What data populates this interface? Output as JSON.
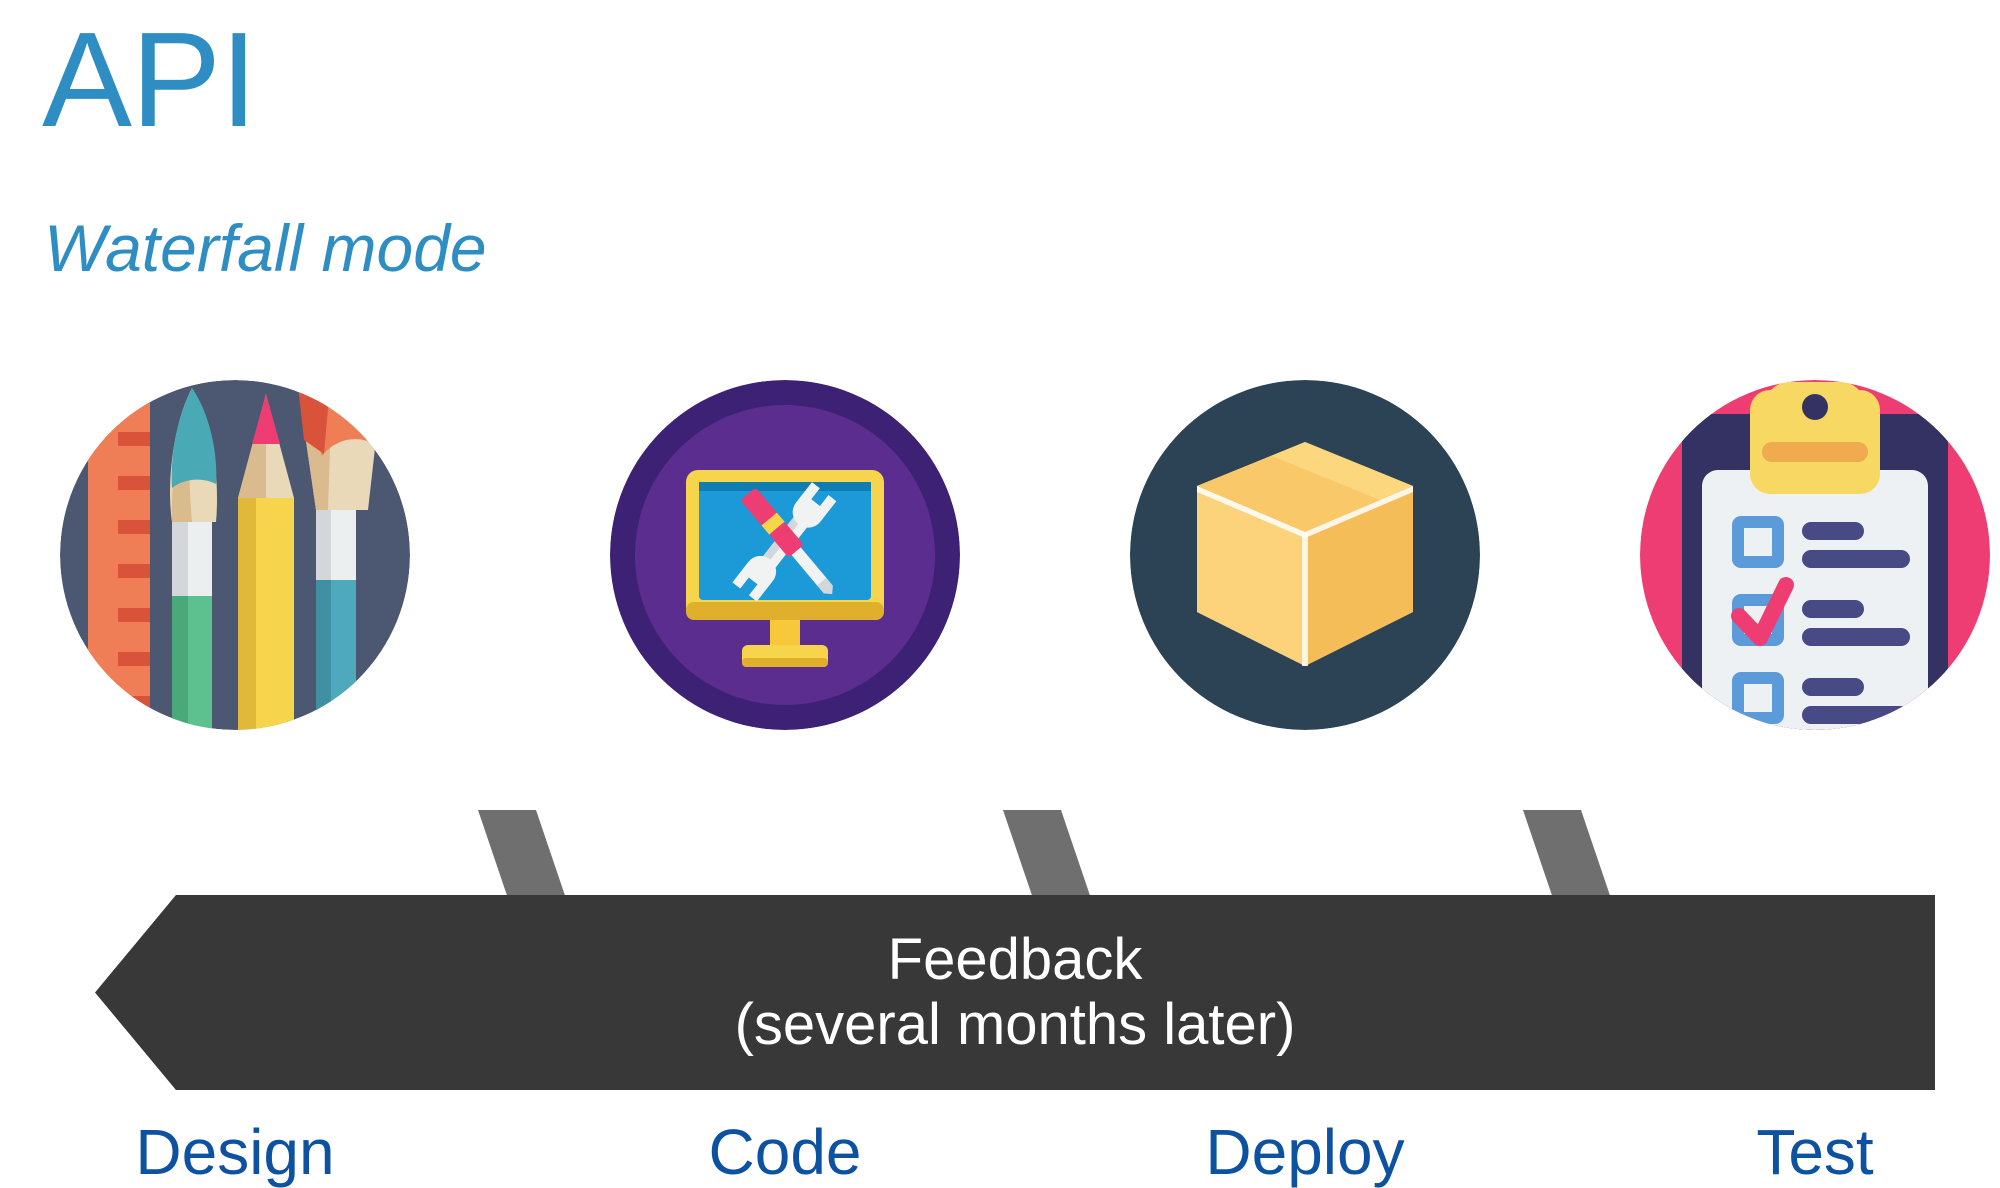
{
  "header": {
    "title": "API",
    "subtitle": "Waterfall mode",
    "title_color": "#2e8dc2"
  },
  "flow": {
    "label_color": "#0d52a0",
    "separator_icon": "chevron-right-icon",
    "separator_color": "#6f6f6f",
    "steps": [
      {
        "id": "design",
        "label": "Design",
        "icon": "design-tools-icon",
        "circle_color": "#4c5871"
      },
      {
        "id": "code",
        "label": "Code",
        "icon": "monitor-tools-icon",
        "circle_color": "#5b2d8e"
      },
      {
        "id": "deploy",
        "label": "Deploy",
        "icon": "package-box-icon",
        "circle_color": "#2c4356"
      },
      {
        "id": "test",
        "label": "Test",
        "icon": "clipboard-checklist-icon",
        "circle_color": "#ee3d72"
      }
    ]
  },
  "banner": {
    "line1": "Feedback",
    "line2": "(several months later)",
    "direction": "left-arrow",
    "background_color": "#383838",
    "text_color": "#ffffff"
  }
}
